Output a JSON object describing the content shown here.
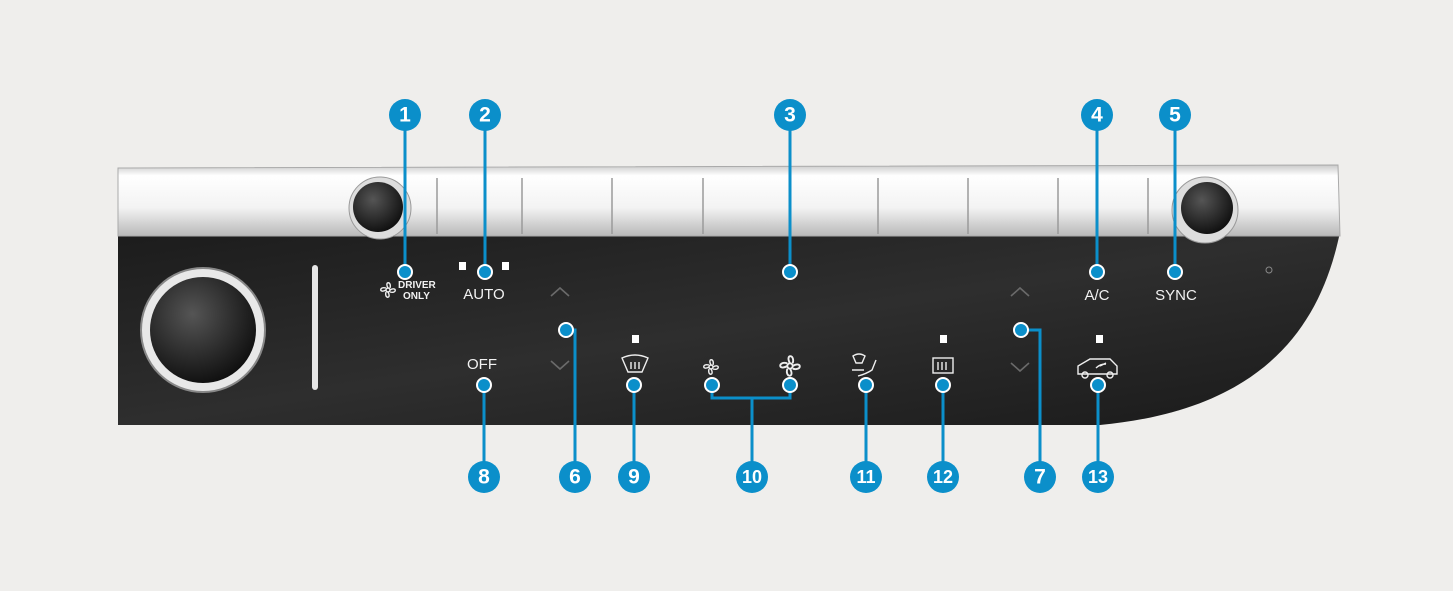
{
  "panel": {
    "driver_only_line1": "DRIVER",
    "driver_only_line2": "ONLY",
    "auto_label": "AUTO",
    "off_label": "OFF",
    "ac_label": "A/C",
    "sync_label": "SYNC"
  },
  "callouts": [
    "1",
    "2",
    "3",
    "4",
    "5",
    "6",
    "7",
    "8",
    "9",
    "10",
    "11",
    "12",
    "13"
  ],
  "colors": {
    "callout": "#0b8fca",
    "background": "#efeeec",
    "panel": "#262626"
  }
}
